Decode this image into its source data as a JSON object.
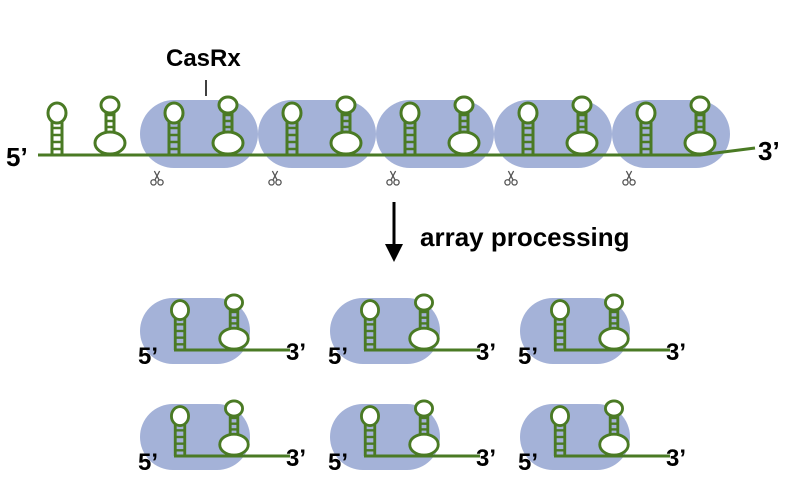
{
  "labels": {
    "protein": "CasRx",
    "five_prime": "5’",
    "three_prime": "3’",
    "process": "array processing"
  },
  "colors": {
    "rna": "#4a7a24",
    "protein": "#a4b2d8",
    "text": "#000000",
    "scissors": "#555555"
  },
  "array": {
    "units": 5,
    "cleavage_sites": 5
  },
  "products": {
    "rows": 2,
    "columns": 3
  }
}
